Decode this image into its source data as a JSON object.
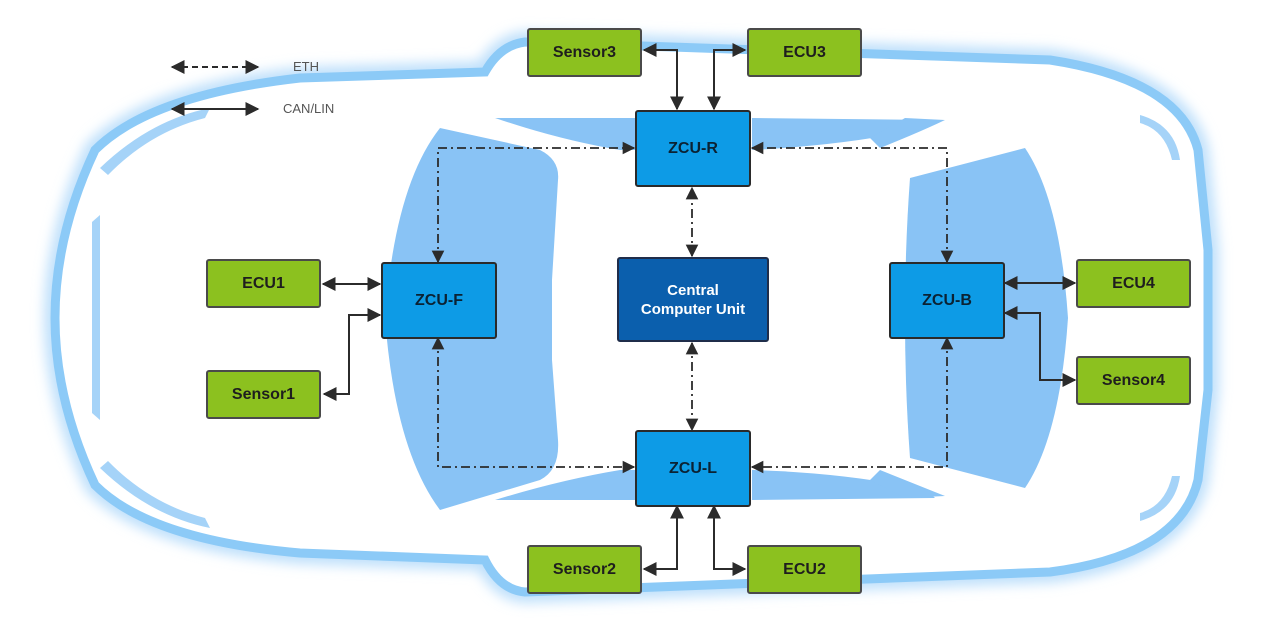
{
  "legend": {
    "eth_label": "ETH",
    "can_label": "CAN/LIN"
  },
  "nodes": {
    "central": "Central Computer Unit",
    "zcu_r": "ZCU-R",
    "zcu_l": "ZCU-L",
    "zcu_f": "ZCU-F",
    "zcu_b": "ZCU-B",
    "sensor1": "Sensor1",
    "sensor2": "Sensor2",
    "sensor3": "Sensor3",
    "sensor4": "Sensor4",
    "ecu1": "ECU1",
    "ecu2": "ECU2",
    "ecu3": "ECU3",
    "ecu4": "ECU4"
  },
  "colors": {
    "body_outline": "#8ccaf7",
    "glass": "#89c3f5",
    "sensor_ecu_fill": "#8cc11f",
    "zcu_fill": "#0d9be6",
    "central_fill": "#0b5fad",
    "connector": "#2b2b2b"
  }
}
